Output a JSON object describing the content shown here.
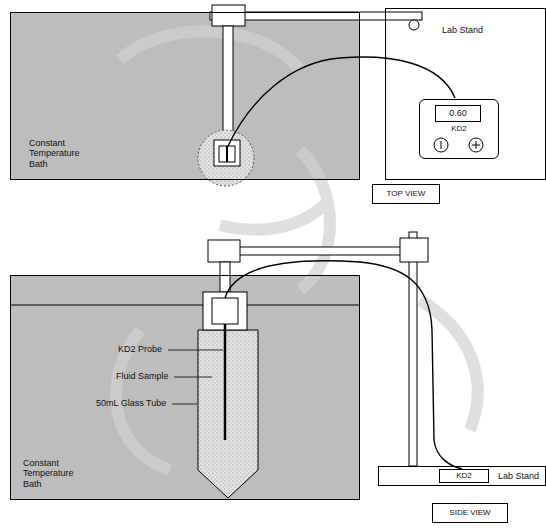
{
  "diagram": {
    "nodes": [
      {
        "text": [
          "Constant Temperature Bath"
        ]
      },
      {
        "text": [
          "Lab Stand"
        ]
      },
      {
        "text": [
          "KD2"
        ],
        "in": 1
      },
      {
        "text": [
          "0.60"
        ],
        "in": 2
      },
      {
        "text": [
          "TOP VIEW"
        ]
      },
      {
        "text": [
          "Constant Temperature Bath"
        ]
      },
      {
        "text": [
          "Lab Stand"
        ]
      },
      {
        "text": [
          "KD2"
        ],
        "in": 6
      },
      {
        "text": [
          "SIDE VIEW"
        ]
      }
    ],
    "labels": [
      "KD2 Probe",
      "Fluid Sample",
      "50mL Glass Tube"
    ]
  }
}
